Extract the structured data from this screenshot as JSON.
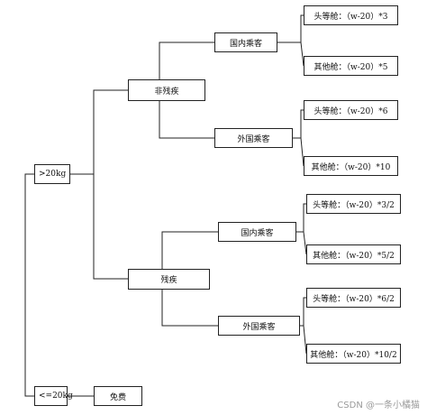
{
  "nodes": {
    "gt20": ">20kg",
    "le20": "<=20kg",
    "free": "免费",
    "non_disabled": "非残疾",
    "disabled": "残疾",
    "a_domestic": "国内乘客",
    "a_foreign": "外国乘客",
    "b_domestic": "国内乘客",
    "b_foreign": "外国乘客",
    "a_dom_first": "头等舱：（w-20）*3",
    "a_dom_other": "其他舱：（w-20）*5",
    "a_for_first": "头等舱：（w-20）*6",
    "a_for_other": "其他舱：（w-20）*10",
    "b_dom_first": "头等舱：（w-20）*3/2",
    "b_dom_other": "其他舱：（w-20）*5/2",
    "b_for_first": "头等舱：（w-20）*6/2",
    "b_for_other": "其他舱：（w-20）*10/2"
  },
  "watermark": "CSDN @一条小橘猫"
}
